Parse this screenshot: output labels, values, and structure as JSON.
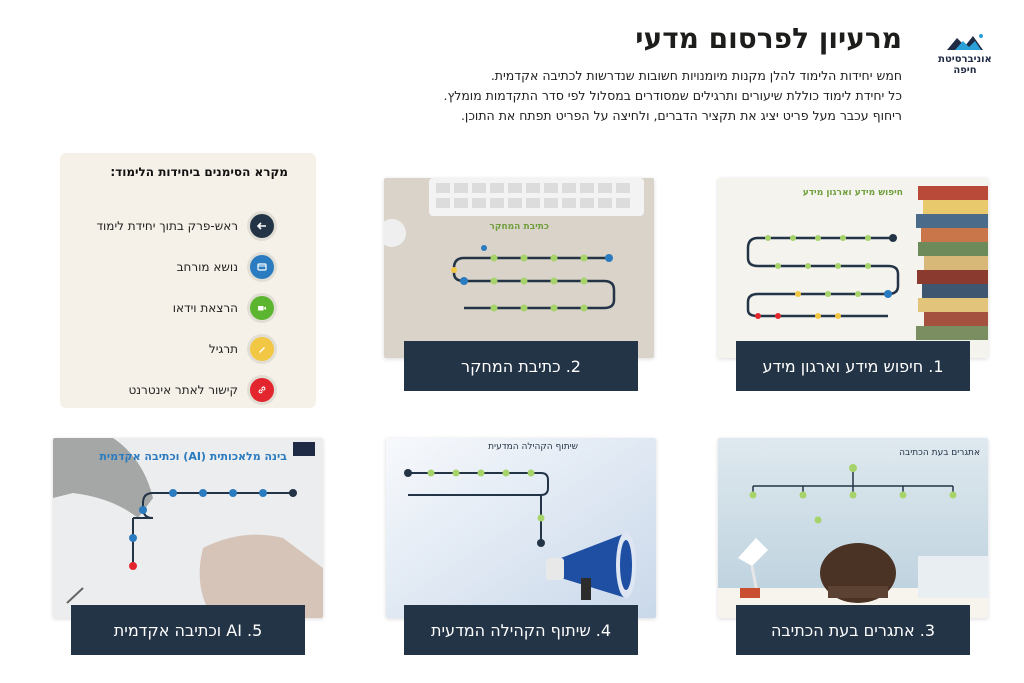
{
  "brand": {
    "logo_text": "אוניברסיטת חיפה"
  },
  "header": {
    "title": "מרעיון לפרסום מדעי",
    "intro": [
      "חמש יחידות הלימוד להלן מקנות מיומנויות חשובות שנדרשות לכתיבה אקדמית.",
      "כל יחידת לימוד כוללת שיעורים ותרגילים שמסודרים במסלול לפי סדר התקדמות מומלץ.",
      "ריחוף עכבר מעל פריט יציג את תקציר הדברים, ולחיצה על הפריט תפתח את התוכן."
    ]
  },
  "legend": {
    "title": "מקרא הסימנים ביחידות הלימוד:",
    "items": [
      {
        "label": "ראש-פרק בתוך יחידת לימוד",
        "icon": "arrow-left-icon",
        "color": "#243447"
      },
      {
        "label": "נושא מורחב",
        "icon": "window-icon",
        "color": "#2a7bbf"
      },
      {
        "label": "הרצאת וידאו",
        "icon": "video-icon",
        "color": "#5cb52e"
      },
      {
        "label": "תרגיל",
        "icon": "pencil-icon",
        "color": "#f2c744"
      },
      {
        "label": "קישור לאתר אינטרנט",
        "icon": "link-icon",
        "color": "#e3262e"
      }
    ]
  },
  "units": [
    {
      "label": "1. חיפוש מידע וארגון מידע",
      "thumb_title": "חיפוש מידע וארגון מידע"
    },
    {
      "label": "2. כתיבת המחקר",
      "thumb_title": "כתיבת המחקר"
    },
    {
      "label": "3. אתגרים בעת הכתיבה",
      "thumb_title": "אתגרים בעת הכתיבה"
    },
    {
      "label": "4. שיתוף הקהילה המדעית",
      "thumb_title": "שיתוף הקהילה המדעית"
    },
    {
      "label": "5. AI וכתיבה אקדמית",
      "thumb_title": "בינה מלאכותית (AI) וכתיבה אקדמית"
    }
  ],
  "colors": {
    "navy": "#243447",
    "accent_green": "#a6d36a",
    "cream": "#f5f1e8"
  }
}
